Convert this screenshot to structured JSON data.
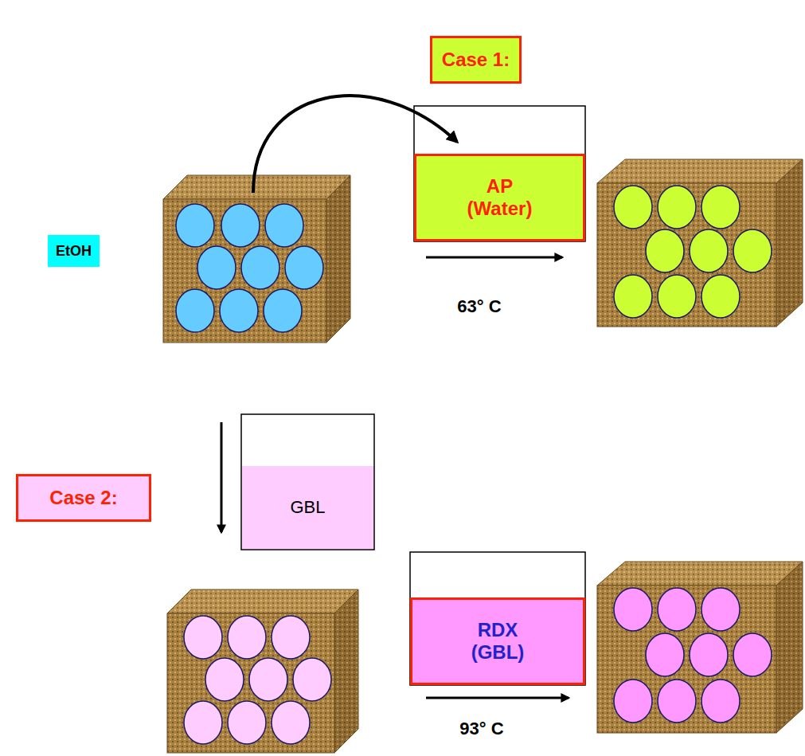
{
  "diagram": {
    "nodes": [
      {
        "text": [
          "Case 1:"
        ]
      },
      {
        "text": [
          "AP (Water)"
        ]
      },
      {
        "text": [
          "EtOH"
        ]
      },
      {
        "text": [
          "Case 2:"
        ]
      },
      {
        "text": [
          "GBL"
        ]
      },
      {
        "text": [
          "RDX (GBL)"
        ]
      }
    ],
    "labels": [
      "63° C",
      "93° C"
    ]
  }
}
